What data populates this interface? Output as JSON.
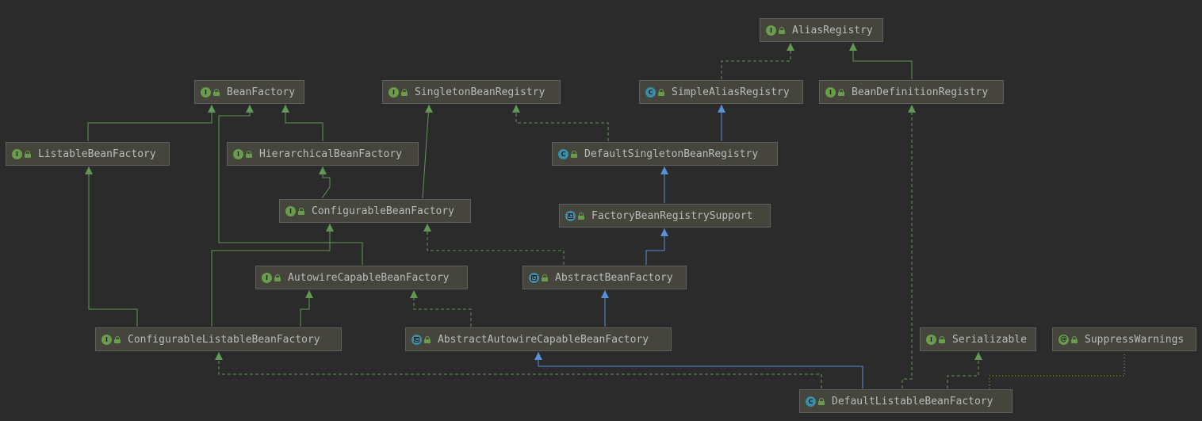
{
  "diagram": {
    "nodes": [
      {
        "id": "alias-registry",
        "label": "AliasRegistry",
        "kind": "interface",
        "icon": "interface-icon"
      },
      {
        "id": "bean-factory",
        "label": "BeanFactory",
        "kind": "interface",
        "icon": "interface-icon"
      },
      {
        "id": "singleton-bean-registry",
        "label": "SingletonBeanRegistry",
        "kind": "interface",
        "icon": "interface-icon"
      },
      {
        "id": "simple-alias-registry",
        "label": "SimpleAliasRegistry",
        "kind": "class",
        "icon": "class-icon"
      },
      {
        "id": "bean-definition-registry",
        "label": "BeanDefinitionRegistry",
        "kind": "interface",
        "icon": "interface-icon"
      },
      {
        "id": "listable-bean-factory",
        "label": "ListableBeanFactory",
        "kind": "interface",
        "icon": "interface-icon"
      },
      {
        "id": "hierarchical-bean-factory",
        "label": "HierarchicalBeanFactory",
        "kind": "interface",
        "icon": "interface-icon"
      },
      {
        "id": "default-singleton-bean-registry",
        "label": "DefaultSingletonBeanRegistry",
        "kind": "class",
        "icon": "class-icon"
      },
      {
        "id": "configurable-bean-factory",
        "label": "ConfigurableBeanFactory",
        "kind": "interface",
        "icon": "interface-icon"
      },
      {
        "id": "factory-bean-registry-support",
        "label": "FactoryBeanRegistrySupport",
        "kind": "abstract",
        "icon": "abstract-class-icon"
      },
      {
        "id": "autowire-capable-bean-factory",
        "label": "AutowireCapableBeanFactory",
        "kind": "interface",
        "icon": "interface-icon"
      },
      {
        "id": "abstract-bean-factory",
        "label": "AbstractBeanFactory",
        "kind": "abstract",
        "icon": "abstract-class-icon"
      },
      {
        "id": "configurable-listable-bean-factory",
        "label": "ConfigurableListableBeanFactory",
        "kind": "interface",
        "icon": "interface-icon"
      },
      {
        "id": "abstract-autowire-capable-bean-factory",
        "label": "AbstractAutowireCapableBeanFactory",
        "kind": "abstract",
        "icon": "abstract-class-icon"
      },
      {
        "id": "serializable",
        "label": "Serializable",
        "kind": "interface",
        "icon": "interface-icon"
      },
      {
        "id": "suppress-warnings",
        "label": "SuppressWarnings",
        "kind": "annotation",
        "icon": "annotation-icon"
      },
      {
        "id": "default-listable-bean-factory",
        "label": "DefaultListableBeanFactory",
        "kind": "class",
        "icon": "class-icon"
      }
    ],
    "edges": [
      {
        "from": "simple-alias-registry",
        "to": "alias-registry",
        "type": "implements"
      },
      {
        "from": "bean-definition-registry",
        "to": "alias-registry",
        "type": "extends-interface"
      },
      {
        "from": "listable-bean-factory",
        "to": "bean-factory",
        "type": "extends-interface"
      },
      {
        "from": "hierarchical-bean-factory",
        "to": "bean-factory",
        "type": "extends-interface"
      },
      {
        "from": "autowire-capable-bean-factory",
        "to": "bean-factory",
        "type": "extends-interface"
      },
      {
        "from": "configurable-bean-factory",
        "to": "hierarchical-bean-factory",
        "type": "extends-interface"
      },
      {
        "from": "configurable-bean-factory",
        "to": "singleton-bean-registry",
        "type": "extends-interface"
      },
      {
        "from": "default-singleton-bean-registry",
        "to": "singleton-bean-registry",
        "type": "implements"
      },
      {
        "from": "default-singleton-bean-registry",
        "to": "simple-alias-registry",
        "type": "extends"
      },
      {
        "from": "factory-bean-registry-support",
        "to": "default-singleton-bean-registry",
        "type": "extends"
      },
      {
        "from": "abstract-bean-factory",
        "to": "factory-bean-registry-support",
        "type": "extends"
      },
      {
        "from": "abstract-bean-factory",
        "to": "configurable-bean-factory",
        "type": "implements"
      },
      {
        "from": "configurable-listable-bean-factory",
        "to": "listable-bean-factory",
        "type": "extends-interface"
      },
      {
        "from": "configurable-listable-bean-factory",
        "to": "configurable-bean-factory",
        "type": "extends-interface"
      },
      {
        "from": "configurable-listable-bean-factory",
        "to": "autowire-capable-bean-factory",
        "type": "extends-interface"
      },
      {
        "from": "abstract-autowire-capable-bean-factory",
        "to": "abstract-bean-factory",
        "type": "extends"
      },
      {
        "from": "abstract-autowire-capable-bean-factory",
        "to": "autowire-capable-bean-factory",
        "type": "implements"
      },
      {
        "from": "default-listable-bean-factory",
        "to": "abstract-autowire-capable-bean-factory",
        "type": "extends"
      },
      {
        "from": "default-listable-bean-factory",
        "to": "configurable-listable-bean-factory",
        "type": "implements"
      },
      {
        "from": "default-listable-bean-factory",
        "to": "bean-definition-registry",
        "type": "implements"
      },
      {
        "from": "default-listable-bean-factory",
        "to": "serializable",
        "type": "implements"
      },
      {
        "from": "default-listable-bean-factory",
        "to": "suppress-warnings",
        "type": "annotated-by"
      }
    ]
  },
  "colors": {
    "background": "#2b2b2b",
    "node_fill": "#45443d",
    "node_border": "#5f5f5f",
    "text": "#bbbbbb",
    "extends_edge": "#5a8fd8",
    "interface_edge": "#629755",
    "annotation_edge": "#a5a53a",
    "interface_badge": "#6a9d4b",
    "class_badge": "#3a8fa8"
  }
}
